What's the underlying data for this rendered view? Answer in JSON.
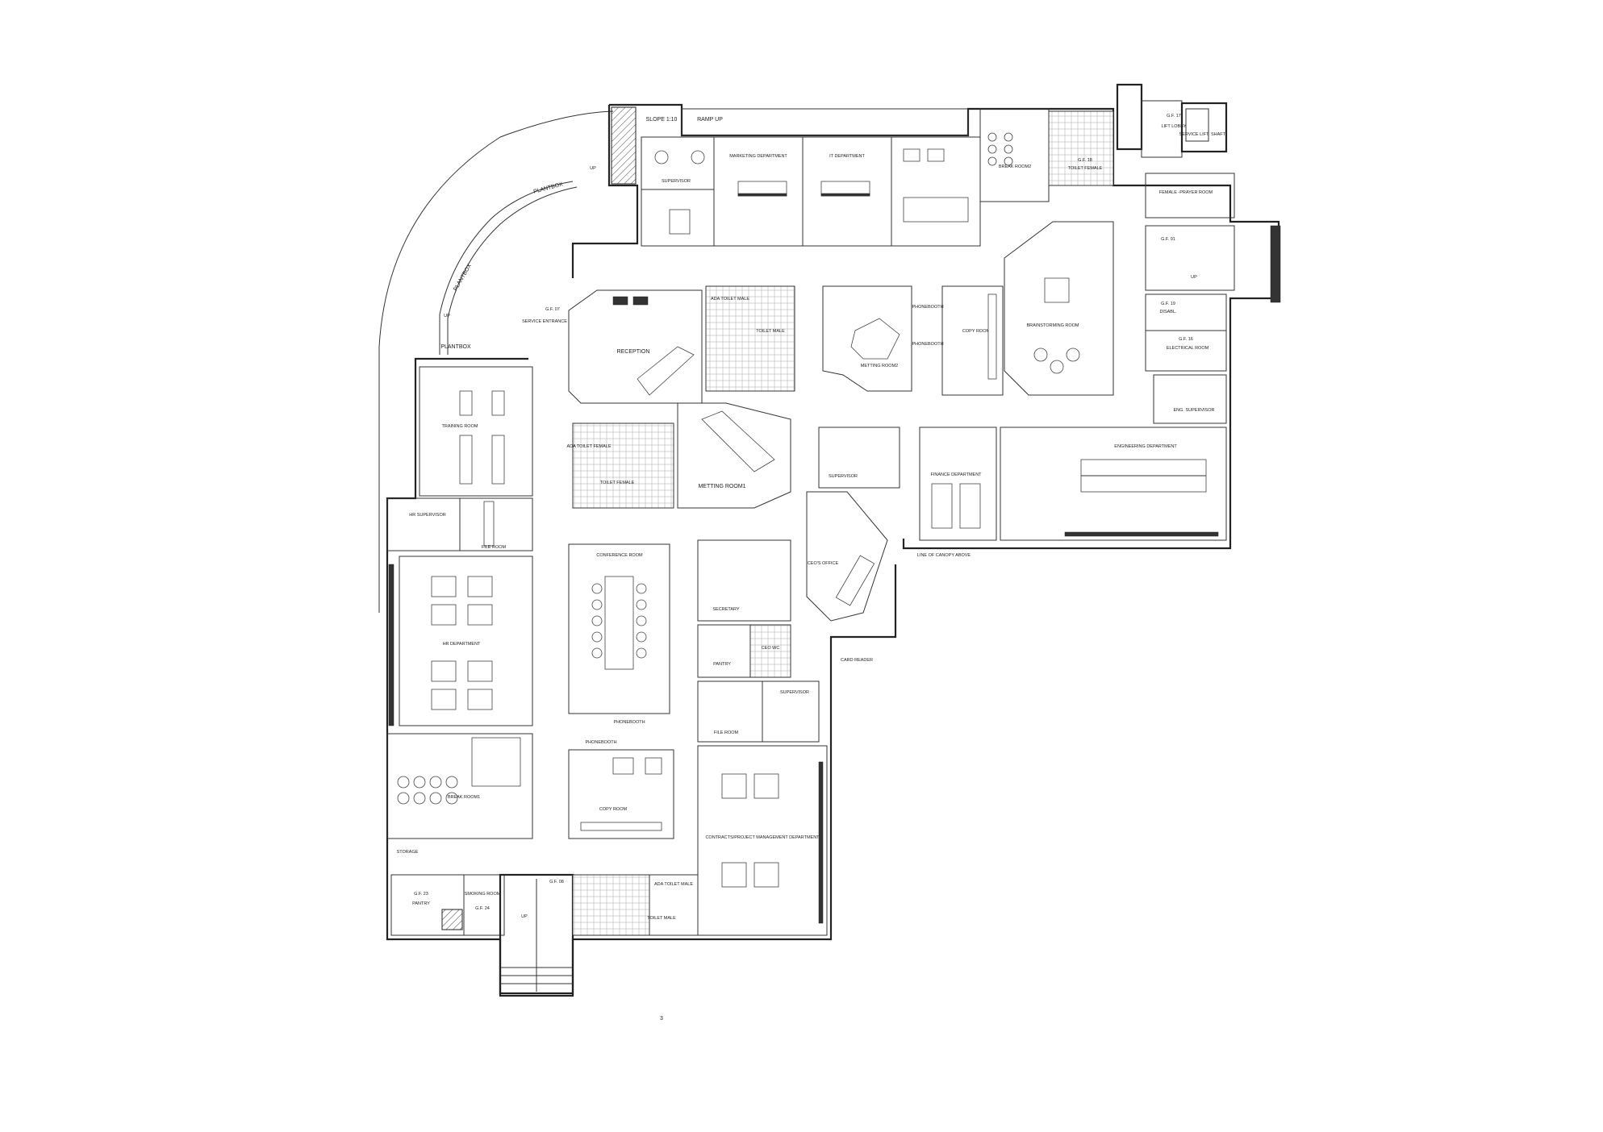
{
  "labels": {
    "ramp_up": "RAMP UP",
    "slope": "SLOPE 1:10",
    "up": "UP",
    "plantbox": "PLANTBOX",
    "service_entrance": "SERVICE ENTRANCE",
    "gf07": "G.F. 07",
    "reception": "RECEPTION",
    "training_room": "TRAINING ROOM",
    "hr_supervisor": "HR SUPERVISOR",
    "file_room": "FILE ROOM",
    "hr_department": "HR DEPARTMENT",
    "break_room1": "BREAK ROOM1",
    "storage": "STORAGE",
    "pantry": "PANTRY",
    "gf23": "G.F. 23",
    "smoking_room": "SMOKING ROOM",
    "gf24": "G.F. 24",
    "gf08": "G.F. 08",
    "supervisor": "SUPERVISOR",
    "marketing_department": "MARKETING DEPARTMENT",
    "it_department": "IT DEPARTMENT",
    "break_room2": "BREAK ROOM2",
    "gf18": "G.F. 18",
    "toilet_female": "TOILET FEMALE",
    "gf17": "G.F. 17",
    "lift_lobby": "LIFT LOBBY",
    "service_lift": "SERVICE LIFT",
    "shaft": "SHAFT",
    "female_prayer_room": "FEMALE -PRAYER ROOM",
    "gf91": "G.F. 91",
    "gf19": "G.F. 19",
    "disabl": "DISABL.",
    "gf16": "G.F. 16",
    "electrical_room": "ELECTRICAL ROOM",
    "eng_supervisor": "ENG. SUPERVISOR",
    "ada_toilet_male": "ADA TOILET MALE",
    "toilet_male": "TOILET MALE",
    "metting_room2": "METTING ROOM2",
    "phonebooth": "PHONEBOOTH",
    "copy_room": "COPY ROOM",
    "brainstorming_room": "BRAINSTORMING ROOM",
    "ada_toilet_female": "ADA TOILET FEMALE",
    "metting_room1": "METTING ROOM1",
    "finance_department": "FINANCE DEPARTMENT",
    "engineering_department": "ENGINEERING DEPARTMENT",
    "conference_room": "CONFERENCE ROOM",
    "ceos_office": "CEO'S OFFICE",
    "secretary": "SECRETARY",
    "ceo_wc": "CEO WC",
    "card_reader": "CARD READER",
    "line_of_canopy_above": "LINE OF CANOPY ABOVE",
    "contracts_dept": "CONTRACTS/PROJECT MANAGEMENT DEPARTMENT",
    "page_number": "3"
  }
}
